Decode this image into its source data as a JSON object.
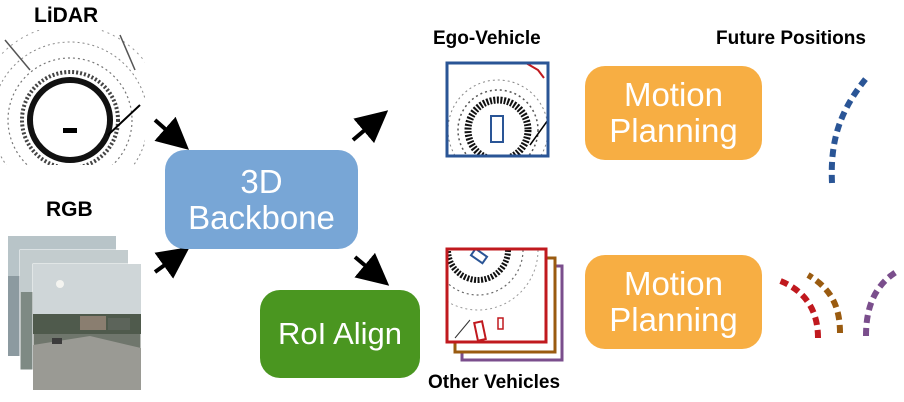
{
  "labels": {
    "lidar": "LiDAR",
    "rgb": "RGB",
    "ego_vehicle": "Ego-Vehicle",
    "future_positions": "Future Positions",
    "other_vehicles": "Other Vehicles"
  },
  "blocks": {
    "backbone_line1": "3D",
    "backbone_line2": "Backbone",
    "motion_planning_ego_line1": "Motion",
    "motion_planning_ego_line2": "Planning",
    "motion_planning_other_line1": "Motion",
    "motion_planning_other_line2": "Planning",
    "roi_align": "RoI Align"
  },
  "colors": {
    "backbone": "#78a6d6",
    "motion_planning": "#f7ae43",
    "roi_align": "#4a9620",
    "ego_trajectory": "#2a5596",
    "other_red": "#c0191e",
    "other_brown": "#9a5b10",
    "other_purple": "#7a4e8c"
  },
  "icons": [
    "lidar-scan-image",
    "rgb-camera-frames",
    "ego-bev-crop",
    "other-vehicle-bev-crops",
    "arrow-icon",
    "trajectory-dashes"
  ]
}
